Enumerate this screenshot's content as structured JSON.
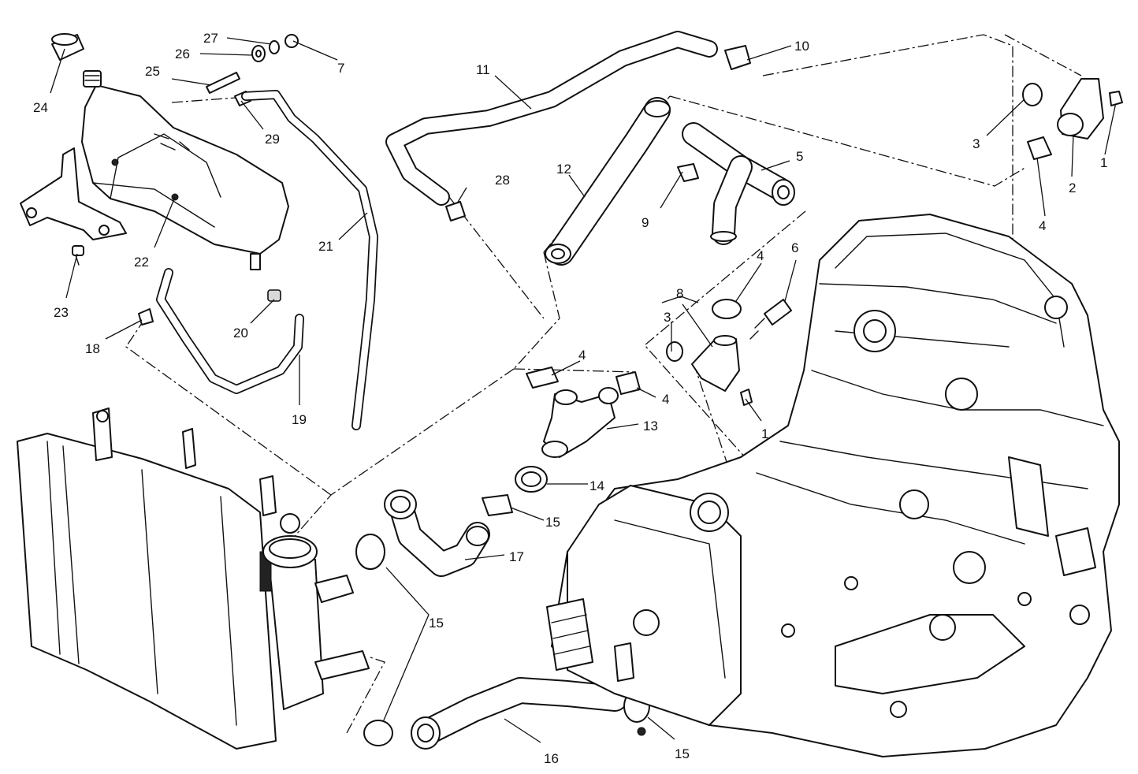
{
  "callouts": [
    {
      "id": "c1a",
      "text": "1"
    },
    {
      "id": "c1b",
      "text": "1"
    },
    {
      "id": "c2",
      "text": "2"
    },
    {
      "id": "c3a",
      "text": "3"
    },
    {
      "id": "c3b",
      "text": "3"
    },
    {
      "id": "c4a",
      "text": "4"
    },
    {
      "id": "c4b",
      "text": "4"
    },
    {
      "id": "c4c",
      "text": "4"
    },
    {
      "id": "c4d",
      "text": "4"
    },
    {
      "id": "c5",
      "text": "5"
    },
    {
      "id": "c6",
      "text": "6"
    },
    {
      "id": "c7",
      "text": "7"
    },
    {
      "id": "c8",
      "text": "8"
    },
    {
      "id": "c9",
      "text": "9"
    },
    {
      "id": "c10",
      "text": "10"
    },
    {
      "id": "c11",
      "text": "11"
    },
    {
      "id": "c12",
      "text": "12"
    },
    {
      "id": "c13",
      "text": "13"
    },
    {
      "id": "c14",
      "text": "14"
    },
    {
      "id": "c15a",
      "text": "15"
    },
    {
      "id": "c15b",
      "text": "15"
    },
    {
      "id": "c15c",
      "text": "15"
    },
    {
      "id": "c16",
      "text": "16"
    },
    {
      "id": "c17",
      "text": "17"
    },
    {
      "id": "c18",
      "text": "18"
    },
    {
      "id": "c19",
      "text": "19"
    },
    {
      "id": "c20",
      "text": "20"
    },
    {
      "id": "c21",
      "text": "21"
    },
    {
      "id": "c22",
      "text": "22"
    },
    {
      "id": "c23",
      "text": "23"
    },
    {
      "id": "c24",
      "text": "24"
    },
    {
      "id": "c25",
      "text": "25"
    },
    {
      "id": "c26",
      "text": "26"
    },
    {
      "id": "c27",
      "text": "27"
    },
    {
      "id": "c28",
      "text": "28"
    },
    {
      "id": "c29",
      "text": "29"
    }
  ]
}
